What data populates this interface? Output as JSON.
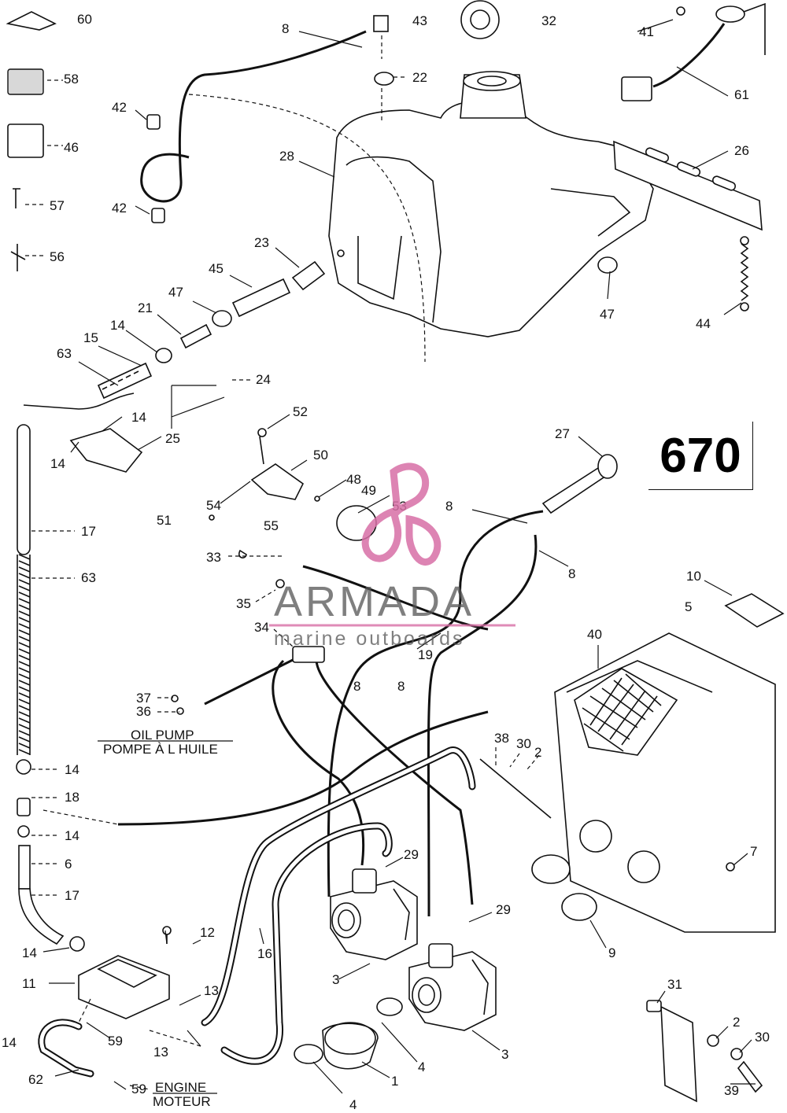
{
  "diagram_number": "670",
  "watermark": {
    "brand": "ARMADA",
    "tagline": "marine outboards",
    "logo_color": "#d86fa6",
    "text_color": "#555555"
  },
  "labels": {
    "oil_pump_en": "OIL PUMP",
    "oil_pump_fr": "POMPE À L HUILE",
    "engine_en": "ENGINE",
    "engine_fr": "MOTEUR"
  },
  "callouts": [
    {
      "id": "c60a",
      "text": "60"
    },
    {
      "id": "c8a",
      "text": "8"
    },
    {
      "id": "c43",
      "text": "43"
    },
    {
      "id": "c32",
      "text": "32"
    },
    {
      "id": "c41",
      "text": "41"
    },
    {
      "id": "c58",
      "text": "58"
    },
    {
      "id": "c22",
      "text": "22"
    },
    {
      "id": "c61",
      "text": "61"
    },
    {
      "id": "c42a",
      "text": "42"
    },
    {
      "id": "c46",
      "text": "46"
    },
    {
      "id": "c28",
      "text": "28"
    },
    {
      "id": "c26",
      "text": "26"
    },
    {
      "id": "c57",
      "text": "57"
    },
    {
      "id": "c42b",
      "text": "42"
    },
    {
      "id": "c56",
      "text": "56"
    },
    {
      "id": "c23",
      "text": "23"
    },
    {
      "id": "c45",
      "text": "45"
    },
    {
      "id": "c47a",
      "text": "47"
    },
    {
      "id": "c21",
      "text": "21"
    },
    {
      "id": "c47b",
      "text": "47"
    },
    {
      "id": "c44",
      "text": "44"
    },
    {
      "id": "c14a",
      "text": "14"
    },
    {
      "id": "c15",
      "text": "15"
    },
    {
      "id": "c63a",
      "text": "63"
    },
    {
      "id": "c24",
      "text": "24"
    },
    {
      "id": "c14b",
      "text": "14"
    },
    {
      "id": "c52",
      "text": "52"
    },
    {
      "id": "c25",
      "text": "25"
    },
    {
      "id": "c14c",
      "text": "14"
    },
    {
      "id": "c27",
      "text": "27"
    },
    {
      "id": "c50",
      "text": "50"
    },
    {
      "id": "c48",
      "text": "48"
    },
    {
      "id": "c49",
      "text": "49"
    },
    {
      "id": "c54",
      "text": "54"
    },
    {
      "id": "c53",
      "text": "53"
    },
    {
      "id": "c8b",
      "text": "8"
    },
    {
      "id": "c51",
      "text": "51"
    },
    {
      "id": "c55",
      "text": "55"
    },
    {
      "id": "c17a",
      "text": "17"
    },
    {
      "id": "c33",
      "text": "33"
    },
    {
      "id": "c8c",
      "text": "8"
    },
    {
      "id": "c63b",
      "text": "63"
    },
    {
      "id": "c10",
      "text": "10"
    },
    {
      "id": "c35",
      "text": "35"
    },
    {
      "id": "c5",
      "text": "5"
    },
    {
      "id": "c34",
      "text": "34"
    },
    {
      "id": "c19",
      "text": "19"
    },
    {
      "id": "c40",
      "text": "40"
    },
    {
      "id": "c8d",
      "text": "8"
    },
    {
      "id": "c8e",
      "text": "8"
    },
    {
      "id": "c37",
      "text": "37"
    },
    {
      "id": "c36",
      "text": "36"
    },
    {
      "id": "c38",
      "text": "38"
    },
    {
      "id": "c30a",
      "text": "30"
    },
    {
      "id": "c2a",
      "text": "2"
    },
    {
      "id": "c14d",
      "text": "14"
    },
    {
      "id": "c18",
      "text": "18"
    },
    {
      "id": "c14e",
      "text": "14"
    },
    {
      "id": "c6",
      "text": "6"
    },
    {
      "id": "c29a",
      "text": "29"
    },
    {
      "id": "c7",
      "text": "7"
    },
    {
      "id": "c17b",
      "text": "17"
    },
    {
      "id": "c29b",
      "text": "29"
    },
    {
      "id": "c14f",
      "text": "14"
    },
    {
      "id": "c12",
      "text": "12"
    },
    {
      "id": "c16",
      "text": "16"
    },
    {
      "id": "c9",
      "text": "9"
    },
    {
      "id": "c3a",
      "text": "3"
    },
    {
      "id": "c11",
      "text": "11"
    },
    {
      "id": "c13a",
      "text": "13"
    },
    {
      "id": "c31",
      "text": "31"
    },
    {
      "id": "c59a",
      "text": "59"
    },
    {
      "id": "c14g",
      "text": "14"
    },
    {
      "id": "c13b",
      "text": "13"
    },
    {
      "id": "c2b",
      "text": "2"
    },
    {
      "id": "c30b",
      "text": "30"
    },
    {
      "id": "c4a",
      "text": "4"
    },
    {
      "id": "c3b",
      "text": "3"
    },
    {
      "id": "c1",
      "text": "1"
    },
    {
      "id": "c59b",
      "text": "59"
    },
    {
      "id": "c62",
      "text": "62"
    },
    {
      "id": "c4b",
      "text": "4"
    },
    {
      "id": "c39",
      "text": "39"
    }
  ]
}
